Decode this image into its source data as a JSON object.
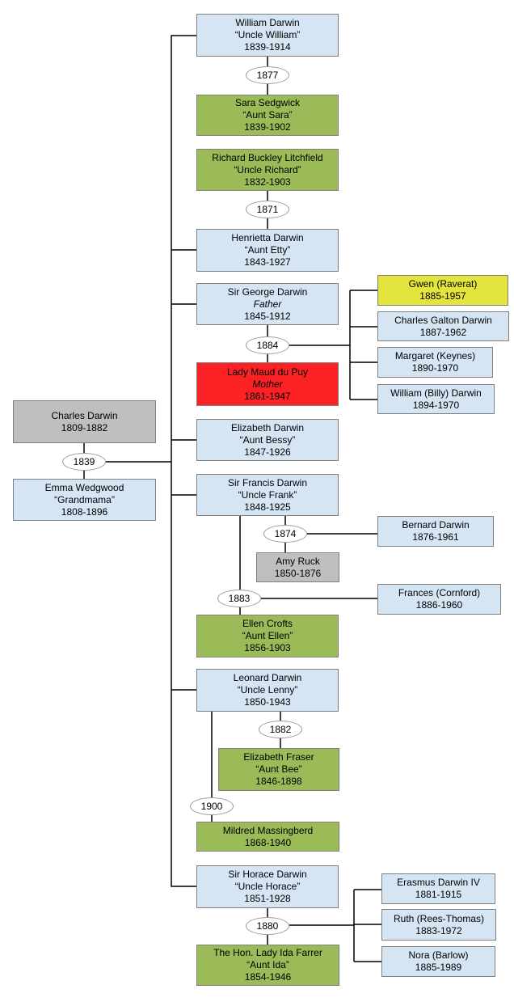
{
  "colors": {
    "box_blue": "#d5e5f4",
    "box_green": "#9bbb59",
    "box_yellow": "#e3e43e",
    "box_red": "#fb2125",
    "box_gray": "#bfbfbf",
    "box_border": "#7f7f7f",
    "line": "#000000",
    "oval_border": "#9a9a9a"
  },
  "people": {
    "william": {
      "name": "William Darwin",
      "nickname": "“Uncle William”",
      "years": "1839-1914"
    },
    "sara": {
      "name": "Sara Sedgwick",
      "nickname": "“Aunt Sara”",
      "years": "1839-1902"
    },
    "richard": {
      "name": "Richard Buckley Litchfield",
      "nickname": "“Uncle Richard”",
      "years": "1832-1903"
    },
    "henrietta": {
      "name": "Henrietta Darwin",
      "nickname": "“Aunt Etty”",
      "years": "1843-1927"
    },
    "george": {
      "name": "Sir George Darwin",
      "nickname": "Father",
      "years": "1845-1912"
    },
    "maud": {
      "name": "Lady Maud du Puy",
      "nickname": "Mother",
      "years": "1861-1947"
    },
    "elizabeth": {
      "name": "Elizabeth Darwin",
      "nickname": "“Aunt Bessy”",
      "years": "1847-1926"
    },
    "francis": {
      "name": "Sir Francis Darwin",
      "nickname": "“Uncle Frank”",
      "years": "1848-1925"
    },
    "ellen": {
      "name": "Ellen Crofts",
      "nickname": "“Aunt Ellen”",
      "years": "1856-1903"
    },
    "leonard": {
      "name": "Leonard Darwin",
      "nickname": "“Uncle Lenny”",
      "years": "1850-1943"
    },
    "fraser": {
      "name": "Elizabeth Fraser",
      "nickname": "“Aunt Bee”",
      "years": "1846-1898"
    },
    "mildred": {
      "name": "Mildred Massingberd",
      "years": "1868-1940"
    },
    "horace": {
      "name": "Sir Horace Darwin",
      "nickname": "“Uncle Horace”",
      "years": "1851-1928"
    },
    "ida": {
      "name": "The Hon. Lady Ida Farrer",
      "nickname": "“Aunt Ida”",
      "years": "1854-1946"
    },
    "amy": {
      "name": "Amy Ruck",
      "years": "1850-1876"
    },
    "charles": {
      "name": "Charles Darwin",
      "years": "1809-1882"
    },
    "emma": {
      "name": "Emma Wedgwood",
      "nickname": "“Grandmama”",
      "years": "1808-1896"
    },
    "gwen": {
      "name": "Gwen (Raverat)",
      "years": "1885-1957"
    },
    "cgalton": {
      "name": "Charles Galton Darwin",
      "years": "1887-1962"
    },
    "margaret": {
      "name": "Margaret (Keynes)",
      "years": "1890-1970"
    },
    "billy": {
      "name": "William (Billy) Darwin",
      "years": "1894-1970"
    },
    "bernard": {
      "name": "Bernard Darwin",
      "years": "1876-1961"
    },
    "frances": {
      "name": "Frances (Cornford)",
      "years": "1886-1960"
    },
    "erasmus": {
      "name": "Erasmus Darwin IV",
      "years": "1881-1915"
    },
    "ruth": {
      "name": "Ruth (Rees-Thomas)",
      "years": "1883-1972"
    },
    "nora": {
      "name": "Nora (Barlow)",
      "years": "1885-1989"
    }
  },
  "marriages": {
    "william_sara": "1877",
    "richard_henrietta": "1871",
    "george_maud": "1884",
    "charles_emma": "1839",
    "francis_amy": "1874",
    "francis_ellen": "1883",
    "leonard_fraser": "1882",
    "leonard_mildred": "1900",
    "horace_ida": "1880"
  }
}
